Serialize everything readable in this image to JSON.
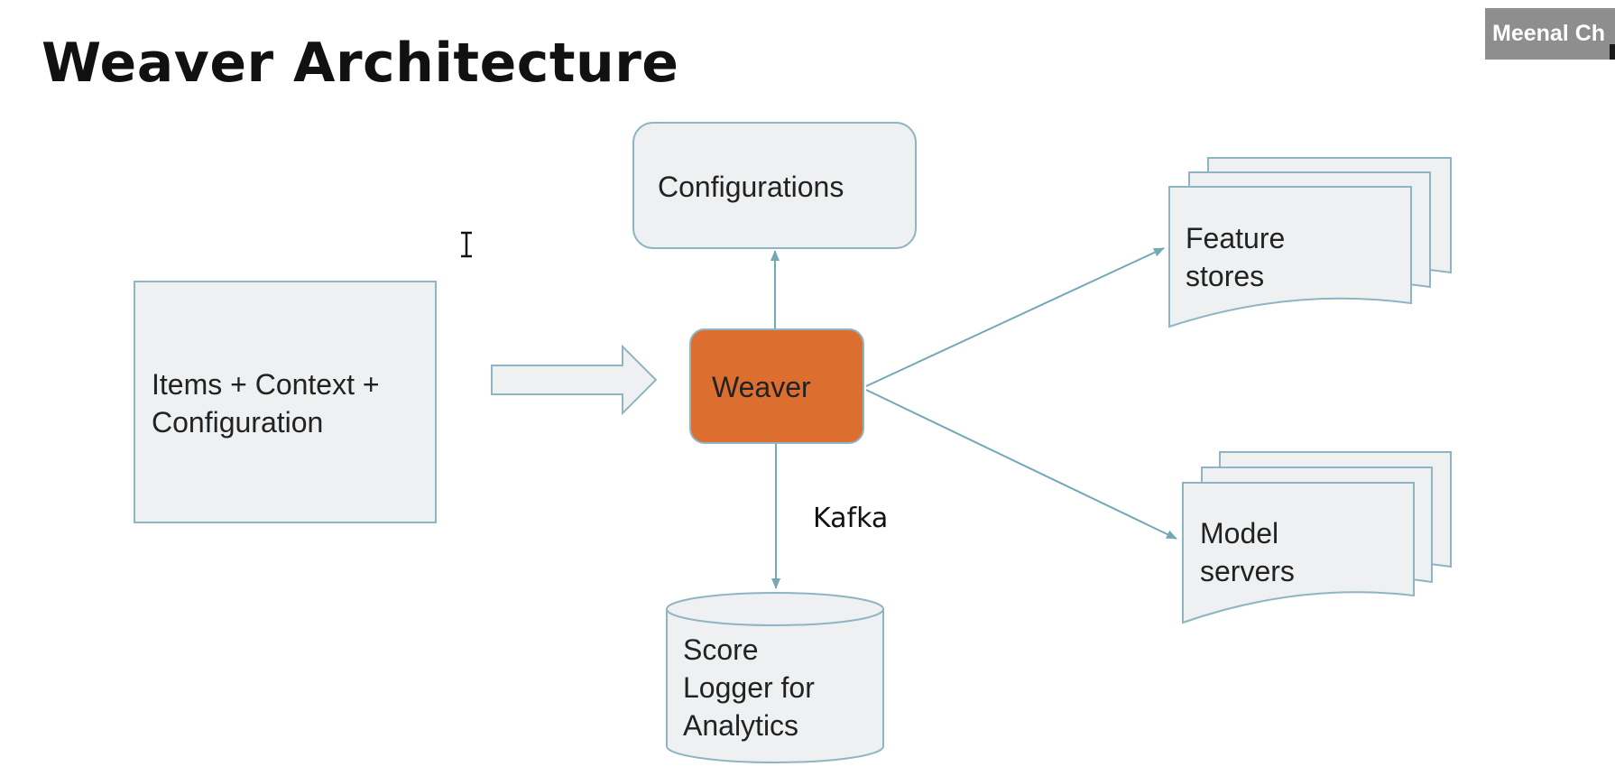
{
  "title": "Weaver Architecture",
  "participant": {
    "name": "Meenal Ch"
  },
  "colors": {
    "node_fill": "#eef0f1",
    "node_stroke": "#8fb4c3",
    "weaver_fill": "#dc6f30",
    "arrow": "#73a9b7"
  },
  "diagram": {
    "nodes": {
      "inputs": {
        "lines": [
          "Items + Context  +",
          "Configuration"
        ]
      },
      "weaver": {
        "lines": [
          "Weaver"
        ]
      },
      "configurations": {
        "lines": [
          "Configurations"
        ]
      },
      "feature_stores": {
        "lines": [
          "Feature",
          "stores"
        ]
      },
      "model_servers": {
        "lines": [
          "Model",
          "servers"
        ]
      },
      "score_logger": {
        "lines": [
          "Score",
          "Logger for",
          "Analytics"
        ]
      }
    },
    "edges": {
      "weaver_to_logger": {
        "label": "Kafka"
      }
    }
  }
}
